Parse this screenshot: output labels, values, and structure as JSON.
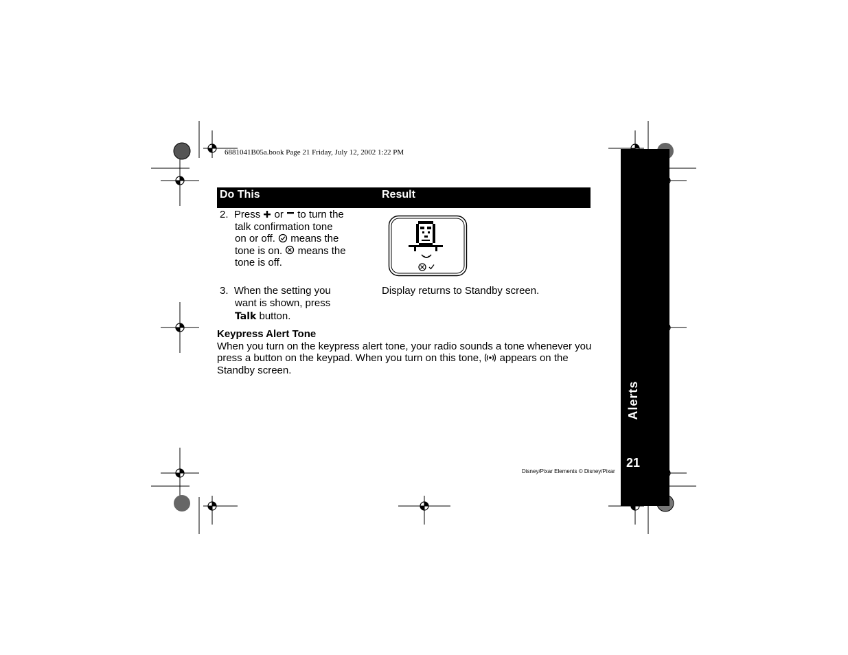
{
  "header": {
    "line": "6881041B05a.book  Page 21  Friday, July 12, 2002  1:22 PM"
  },
  "table": {
    "col_do": "Do This",
    "col_result": "Result",
    "step2": {
      "number": "2.",
      "line1_a": "Press",
      "line1_b": "or",
      "line1_c": "to turn the",
      "line2": "talk confirmation tone",
      "line3_a": "on or off.",
      "line3_b": "means the",
      "line4_a": "tone is on.",
      "line4_b": "means the",
      "line5": "tone is off."
    },
    "step3": {
      "number": "3.",
      "line1": "When the setting you",
      "line2": "want is shown, press",
      "talk_word": "Talk",
      "line3": "button.",
      "result": "Display returns to Standby screen."
    }
  },
  "section": {
    "title": "Keypress Alert Tone",
    "para_line1": "When you turn on the keypress alert tone, your radio sounds a tone whenever you",
    "para_line2_a": "press a button on the keypad. When you turn on this tone,",
    "para_line2_b": "appears on the",
    "para_line3": "Standby screen."
  },
  "side_tab": {
    "label": "Alerts",
    "page_number": "21"
  },
  "footer": {
    "credit": "Disney/Pixar Elements © Disney/Pixar"
  }
}
